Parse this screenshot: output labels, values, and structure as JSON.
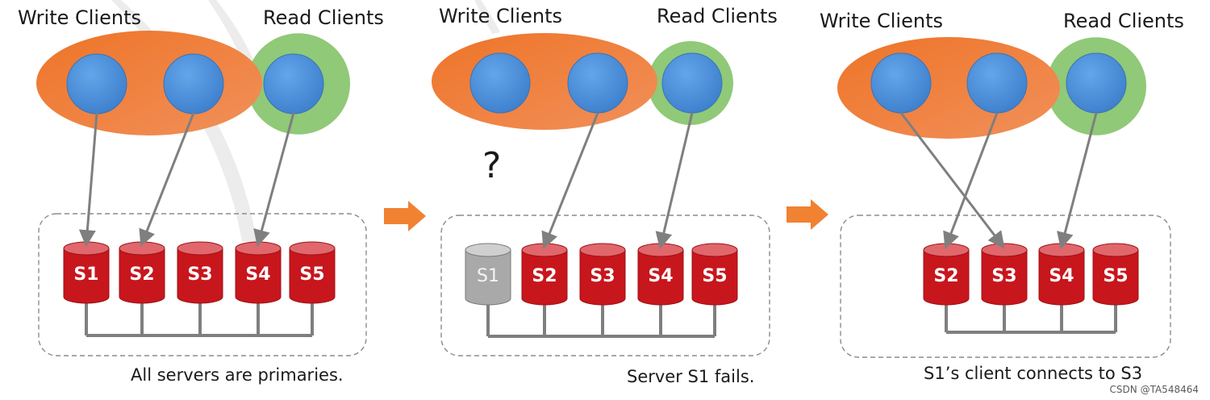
{
  "panels": [
    {
      "write_title": "Write Clients",
      "read_title": "Read Clients",
      "caption": "All servers are primaries.",
      "servers": [
        {
          "label": "S1",
          "status": "primary"
        },
        {
          "label": "S2",
          "status": "primary"
        },
        {
          "label": "S3",
          "status": "primary"
        },
        {
          "label": "S4",
          "status": "primary"
        },
        {
          "label": "S5",
          "status": "primary"
        }
      ]
    },
    {
      "write_title": "Write Clients",
      "read_title": "Read Clients",
      "question": "?",
      "caption": "Server S1 fails.",
      "servers": [
        {
          "label": "S1",
          "status": "failed"
        },
        {
          "label": "S2",
          "status": "primary"
        },
        {
          "label": "S3",
          "status": "primary"
        },
        {
          "label": "S4",
          "status": "primary"
        },
        {
          "label": "S5",
          "status": "primary"
        }
      ]
    },
    {
      "write_title": "Write Clients",
      "read_title": "Read Clients",
      "caption": "S1’s client connects to S3",
      "servers": [
        {
          "label": "S2",
          "status": "primary"
        },
        {
          "label": "S3",
          "status": "primary"
        },
        {
          "label": "S4",
          "status": "primary"
        },
        {
          "label": "S5",
          "status": "primary"
        }
      ]
    }
  ],
  "watermark": "CSDN @TA548464",
  "colors": {
    "write_group": "#ef7b2a",
    "read_group": "#90c977",
    "client": "#4a8fd8",
    "server": "#c8161d",
    "server_top": "#e0676b",
    "failed_server": "#a9a9a9",
    "arrow": "#f08232",
    "connector": "#7f7f7f"
  }
}
